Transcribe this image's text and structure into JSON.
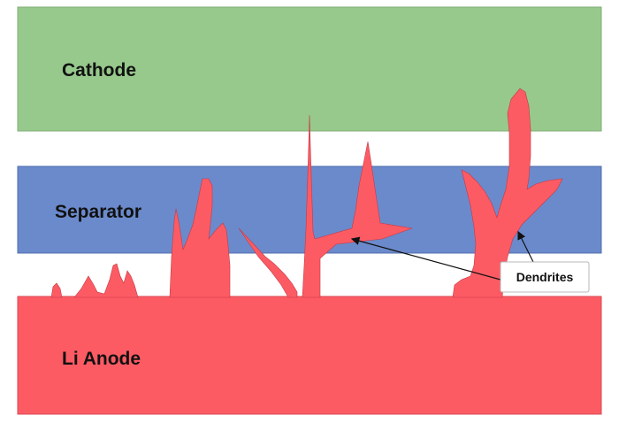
{
  "layers": {
    "cathode": {
      "label": "Cathode",
      "color": "#97c98c"
    },
    "separator": {
      "label": "Separator",
      "color": "#6b8acc"
    },
    "anode": {
      "label": "Li Anode",
      "color": "#fd5b64"
    }
  },
  "dendrites": {
    "color": "#fd5b64",
    "outline": "#c23a44"
  },
  "callout": {
    "label": "Dendrites"
  }
}
